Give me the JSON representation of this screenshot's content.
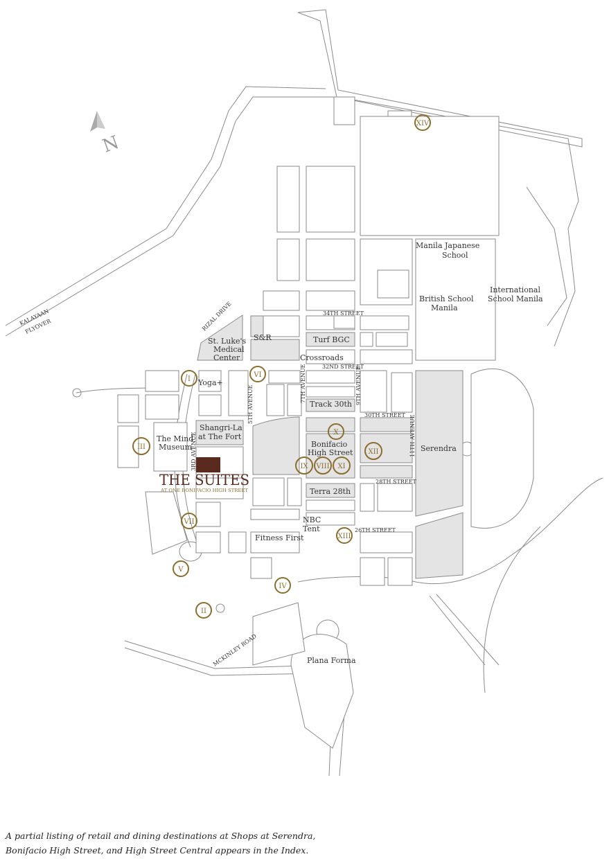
{
  "colors": {
    "accent": "#8b6d2e",
    "suites_block": "#5a2a1e",
    "highlight_block": "#e4e4e4",
    "lines": "#8a8a8a"
  },
  "north": {
    "letter": "N",
    "icon": "north-arrow-icon"
  },
  "roads": {
    "kalayaan": "KALAYAAN",
    "flyover": "FLYOVER",
    "rizal_drive": "RIZAL DRIVE",
    "mckinley": "MCKINLEY ROAD",
    "st34": "34TH STREET",
    "st32": "32ND STREET",
    "st30": "30TH STREET",
    "st28": "28TH STREET",
    "st26": "26TH STREET",
    "av3": "3RD AVENUE",
    "av5": "5TH AVENUE",
    "av7": "7TH AVENUE",
    "av9": "9TH AVENUE",
    "av11": "11TH AVENUE"
  },
  "places": {
    "manila_japanese_1": "Manila Japanese",
    "manila_japanese_2": "School",
    "british_1": "British School",
    "british_2": "Manila",
    "intl_1": "International",
    "intl_2": "School Manila",
    "stlukes_1": "St. Luke's",
    "stlukes_2": "Medical",
    "stlukes_3": "Center",
    "sr": "S&R",
    "turf": "Turf BGC",
    "crossroads": "Crossroads",
    "yoga": "Yoga+",
    "track": "Track 30th",
    "shangri_1": "Shangri-La",
    "shangri_2": "at The Fort",
    "mind_1": "The Mind",
    "mind_2": "Museum",
    "bhs_1": "Bonifacio",
    "bhs_2": "High Street",
    "serendra": "Serendra",
    "terra": "Terra 28th",
    "nbc_1": "NBC",
    "nbc_2": "Tent",
    "fitness": "Fitness First",
    "plana": "Plana Forma"
  },
  "logo": {
    "title": "THE SUITES",
    "subtitle": "AT ONE BONIFACIO HIGH STREET"
  },
  "markers": {
    "i": "I",
    "ii": "II",
    "iii": "III",
    "iv": "IV",
    "v": "V",
    "vi": "VI",
    "vii": "VII",
    "viii": "VIII",
    "ix": "IX",
    "x": "X",
    "xi": "XI",
    "xii": "XII",
    "xiii": "XIII",
    "xiv": "XIV"
  },
  "caption": {
    "line1": "A partial listing of retail and dining destinations at Shops at Serendra,",
    "line2": "Bonifacio High Street, and High Street Central appears in the Index."
  }
}
